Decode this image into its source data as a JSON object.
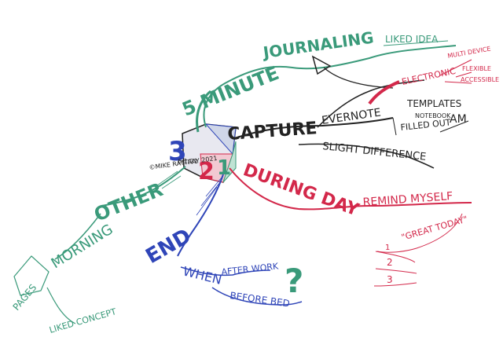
{
  "labels": {
    "five_minute": "5 MINUTE",
    "journaling": "JOURNALING",
    "liked_idea": "LIKED IDEA",
    "capture": "CAPTURE",
    "evernote": "EVERNOTE",
    "templates": "TEMPLATES",
    "notebook": "NOTEBOOK",
    "filled_out": "FILLED OUT",
    "am": "AM",
    "slight_difference": "SLIGHT DIFFERENCE",
    "electronic": "ELECTRONIC",
    "multi_device": "MULTI DEVICE",
    "flexible": "FLEXIBLE",
    "accessible": "ACCESSIBLE",
    "center_number": "3",
    "center_date": "6/1/21",
    "copyright": "©MIKE RATTRAY 2021",
    "other": "OTHER",
    "morning": "MORNING",
    "pages": "PAGES",
    "liked_concept": "LIKED CONCEPT",
    "during_day": "DURING DAY",
    "remind_myself": "REMIND MYSELF",
    "great_today": "\"GREAT TODAY\"",
    "list_1": "1",
    "list_2": "2",
    "list_3": "3",
    "end": "END",
    "when": "WHEN",
    "after_work": "AFTER WORK",
    "before_bed": "BEFORE BED",
    "question": "?"
  },
  "colors": {
    "green": "#3a9a7a",
    "black": "#222222",
    "red": "#d3284a",
    "blue": "#2f45b8"
  }
}
